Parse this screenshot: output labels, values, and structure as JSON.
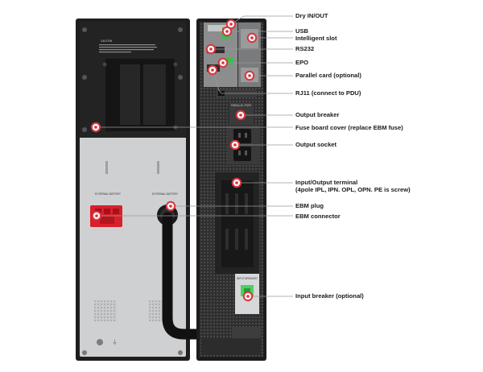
{
  "colors": {
    "marker_ring": "#d9343d",
    "marker_fill": "#f4f4f4",
    "leader_line": "#9a9a9a",
    "ebm_connector": "#d8202b",
    "unit_body": "#2b2b2b",
    "battery_panel": "#cfd0d2",
    "terminal_green": "#35c24a"
  },
  "labels": {
    "dry_in_out": "Dry IN/OUT",
    "usb": "USB",
    "intelligent_slot": "Intelligent slot",
    "rs232": "RS232",
    "epo": "EPO",
    "parallel_card": "Parallel card (optional)",
    "rj11": "RJ11 (connect to PDU)",
    "output_breaker": "Output breaker",
    "fuse_board_cover": "Fuse board cover (replace EBM fuse)",
    "output_socket": "Output socket",
    "io_terminal_line1": "Input/Output terminal",
    "io_terminal_line2": "(4pole IPL, IPN. OPL, OPN. PE is screw)",
    "ebm_plug": "EBM plug",
    "ebm_connector": "EBM connector",
    "input_breaker": "Input breaker (optional)"
  },
  "device_text": {
    "caution_title": "CAUTION",
    "external_battery_left": "EXTERNAL BATTERY",
    "external_battery_right": "EXTERNAL BATTERY",
    "output_breaker_tag": "PARALLEL PORT",
    "input_breaker_tag": "INPUT BREAKER"
  }
}
